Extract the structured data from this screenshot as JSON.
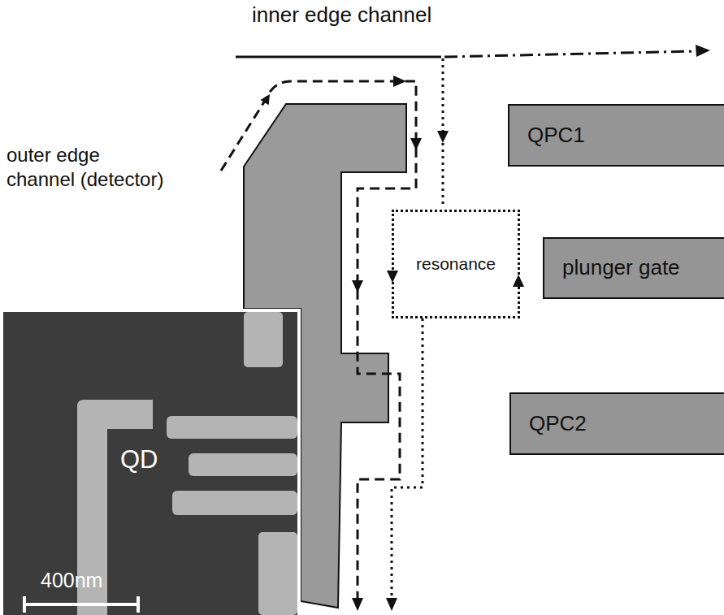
{
  "diagram": {
    "nodes": [
      {
        "text": [
          "QPC1"
        ]
      },
      {
        "text": [
          "resonance"
        ]
      },
      {
        "text": [
          "plunger gate"
        ]
      },
      {
        "text": [
          "QPC2"
        ]
      },
      {
        "text": [
          "QD",
          "400nm"
        ]
      }
    ],
    "labels": [
      "inner edge channel",
      "outer edge channel (detector)"
    ]
  }
}
